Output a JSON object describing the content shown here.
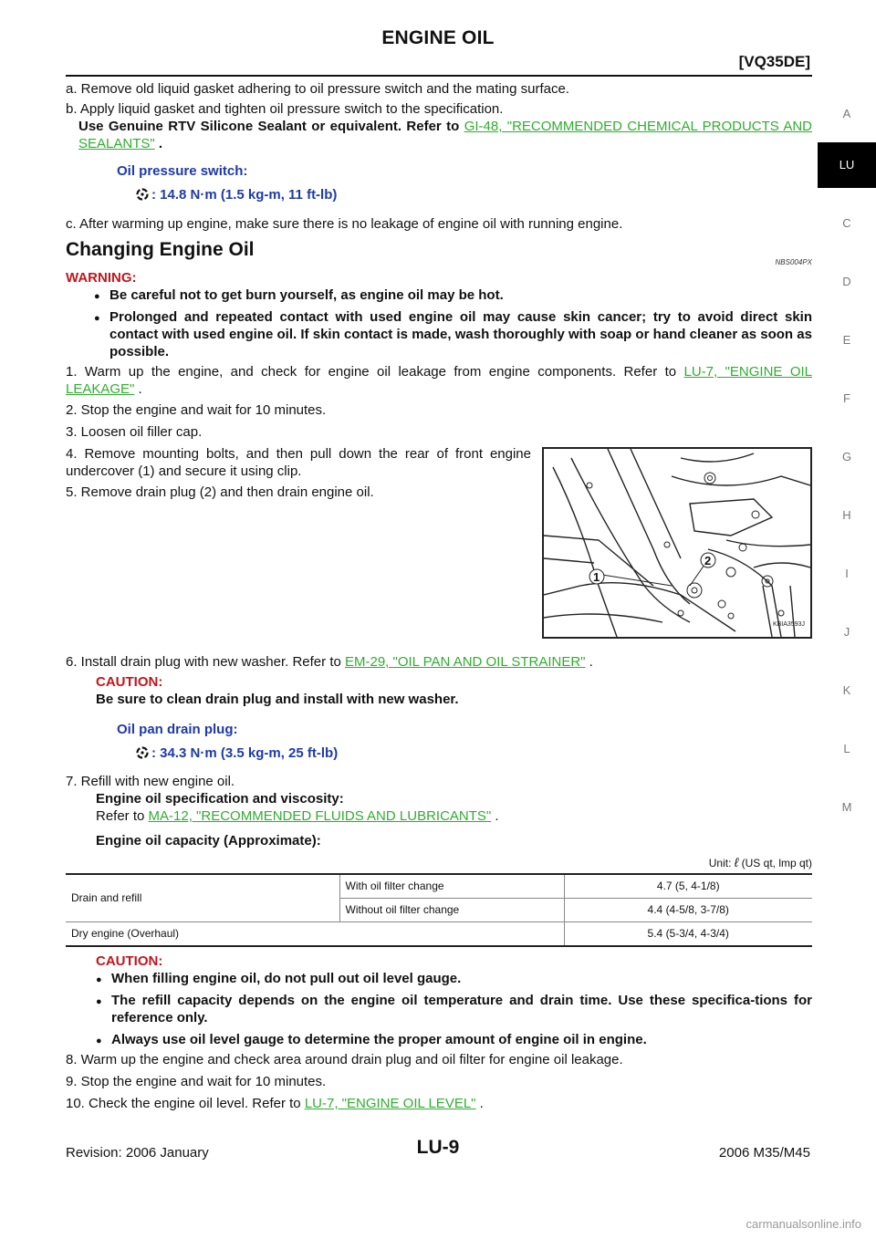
{
  "header": {
    "title": "ENGINE OIL",
    "subtitle": "[VQ35DE]"
  },
  "side_index": [
    "A",
    "LU",
    "C",
    "D",
    "E",
    "F",
    "G",
    "H",
    "I",
    "J",
    "K",
    "L",
    "M"
  ],
  "steps_top": {
    "a": "a. Remove old liquid gasket adhering to oil pressure switch and the mating surface.",
    "b_text": "b. Apply liquid gasket and tighten oil pressure switch to the specification.",
    "b_bold": "Use Genuine RTV Silicone Sealant or equivalent. Refer to",
    "b_link": "GI-48, \"RECOMMENDED CHEMICAL PRODUCTS AND SEALANTS\"",
    "b_end": ".",
    "spec1_label": "Oil pressure switch:",
    "spec1_value": ": 14.8 N·m (1.5 kg-m, 11 ft-lb)",
    "c": "c. After warming up engine, make sure there is no leakage of engine oil with running engine."
  },
  "section": {
    "title": "Changing Engine Oil",
    "code": "NBS004PX"
  },
  "warning": {
    "label": "WARNING:",
    "items": [
      "Be careful not to get burn yourself, as engine oil may be hot.",
      "Prolonged and repeated contact with used engine oil may cause skin cancer; try to avoid direct skin contact with used engine oil. If skin contact is made, wash thoroughly with soap or hand cleaner as soon as possible."
    ]
  },
  "steps": {
    "s1_text": "1. Warm up the engine, and check for engine oil leakage from engine components. Refer to",
    "s1_link": "LU-7, \"ENGINE OIL LEAKAGE\"",
    "s1_end": ".",
    "s2": "2. Stop the engine and wait for 10 minutes.",
    "s3": "3. Loosen oil filler cap.",
    "s4": "4. Remove mounting bolts, and then pull down the rear of front engine undercover (1) and secure it using clip.",
    "s5": "5. Remove drain plug (2) and then drain engine oil.",
    "s6_text": "6. Install drain plug with new washer. Refer to",
    "s6_link": "EM-29, \"OIL PAN AND OIL STRAINER\"",
    "s6_end": ".",
    "caution1_label": "CAUTION:",
    "caution1_text": "Be sure to clean drain plug and install with new washer.",
    "spec2_label": "Oil pan drain plug:",
    "spec2_value": ": 34.3 N·m (3.5 kg-m, 25 ft-lb)",
    "s7_text": "7. Refill with new engine oil.",
    "s7_bold": "Engine oil specification and viscosity:",
    "s7_ref": "Refer to",
    "s7_link": "MA-12, \"RECOMMENDED FLUIDS AND LUBRICANTS\"",
    "s7_end": ".",
    "capacity_title": "Engine oil capacity (Approximate):",
    "unit_prefix": "Unit:",
    "unit_symbol": "ℓ",
    "unit_suffix": "(US qt, lmp qt)"
  },
  "figure": {
    "code": "KBIA3593J",
    "callout_1": "1",
    "callout_2": "2"
  },
  "capacity_table": {
    "drain_label": "Drain and refill",
    "with_filter_label": "With oil filter change",
    "with_filter_value": "4.7 (5, 4-1/8)",
    "without_filter_label": "Without oil filter change",
    "without_filter_value": "4.4 (4-5/8, 3-7/8)",
    "dry_label": "Dry engine (Overhaul)",
    "dry_value": "5.4 (5-3/4, 4-3/4)"
  },
  "caution2": {
    "label": "CAUTION:",
    "items": [
      "When filling engine oil, do not pull out oil level gauge.",
      "The refill capacity depends on the engine oil temperature and drain time. Use these specifica-tions for reference only.",
      "Always use oil level gauge to determine the proper amount of engine oil in engine."
    ]
  },
  "steps_end": {
    "s8": "8. Warm up the engine and check area around drain plug and oil filter for engine oil leakage.",
    "s9": "9. Stop the engine and wait for 10 minutes.",
    "s10_text": "10. Check the engine oil level. Refer to",
    "s10_link": "LU-7, \"ENGINE OIL LEVEL\"",
    "s10_end": "."
  },
  "footer": {
    "revision": "Revision: 2006 January",
    "page": "LU-9",
    "model": "2006 M35/M45",
    "watermark": "carmanualsonline.info"
  },
  "colors": {
    "link": "#2fae2f",
    "spec": "#1f3aa8",
    "warning": "#c4141b",
    "tab_active": "#000000"
  }
}
